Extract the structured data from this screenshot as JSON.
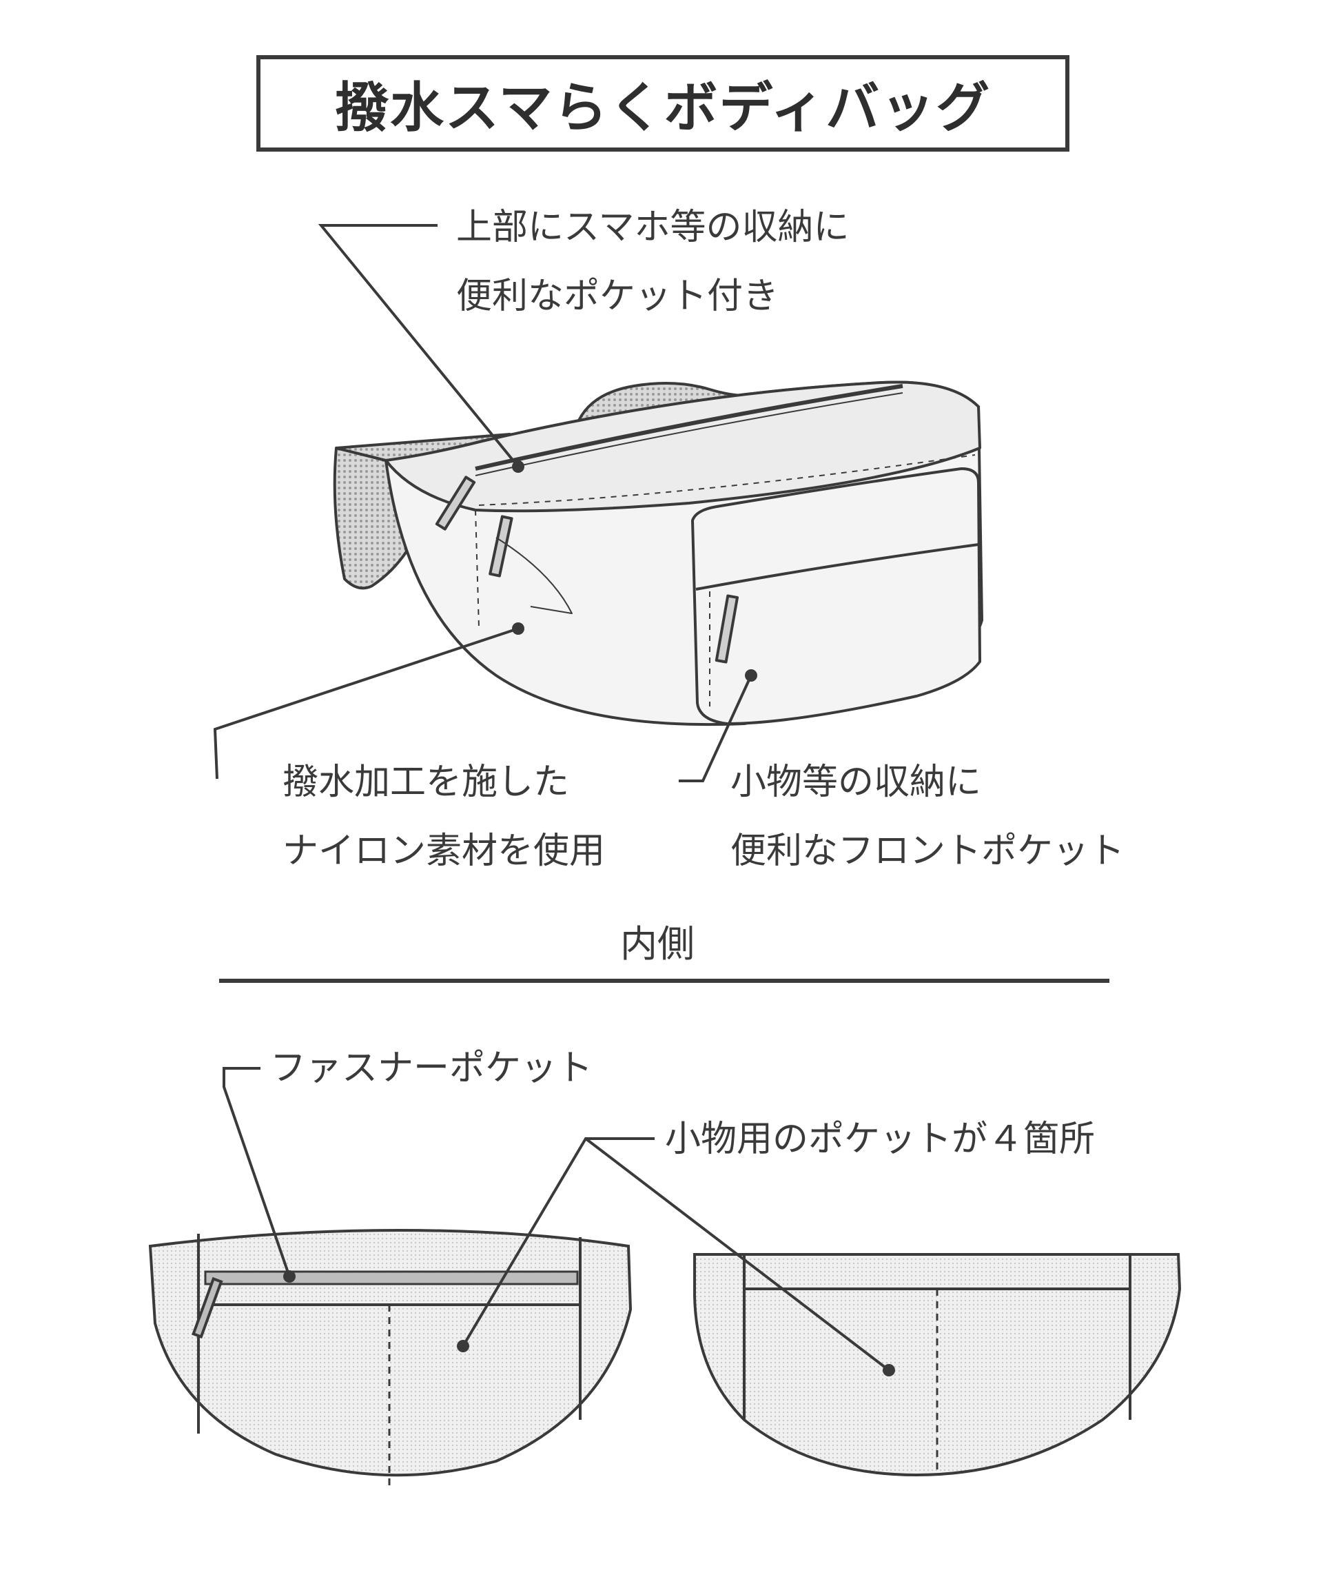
{
  "title": "撥水スマらくボディバッグ",
  "callouts": {
    "top_pocket": [
      "上部にスマホ等の収納に",
      "便利なポケット付き"
    ],
    "material": [
      "撥水加工を施した",
      "ナイロン素材を使用"
    ],
    "front_pocket": [
      "小物等の収納に",
      "便利なフロントポケット"
    ]
  },
  "section_label": "内側",
  "inside_callouts": {
    "zipper_pocket": "ファスナーポケット",
    "small_pockets": "小物用のポケットが４箇所"
  },
  "colors": {
    "line": "#3a3a3a",
    "fill_light": "#ececec",
    "fill_texture": "#cfcfcf",
    "zipper": "#b8b8b8"
  }
}
